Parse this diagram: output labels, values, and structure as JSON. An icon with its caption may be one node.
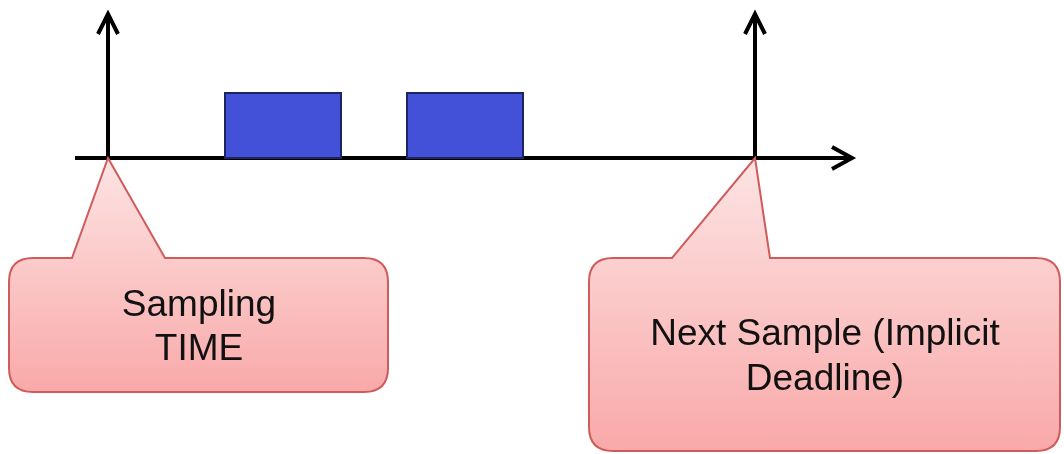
{
  "diagram": {
    "nodes": [
      {
        "text": [],
        "shape": "bar"
      },
      {
        "text": [],
        "shape": "bar"
      },
      {
        "text": [
          "Sampling TIME"
        ]
      },
      {
        "text": [
          "Next Sample (Implicit Deadline)"
        ]
      }
    ]
  }
}
